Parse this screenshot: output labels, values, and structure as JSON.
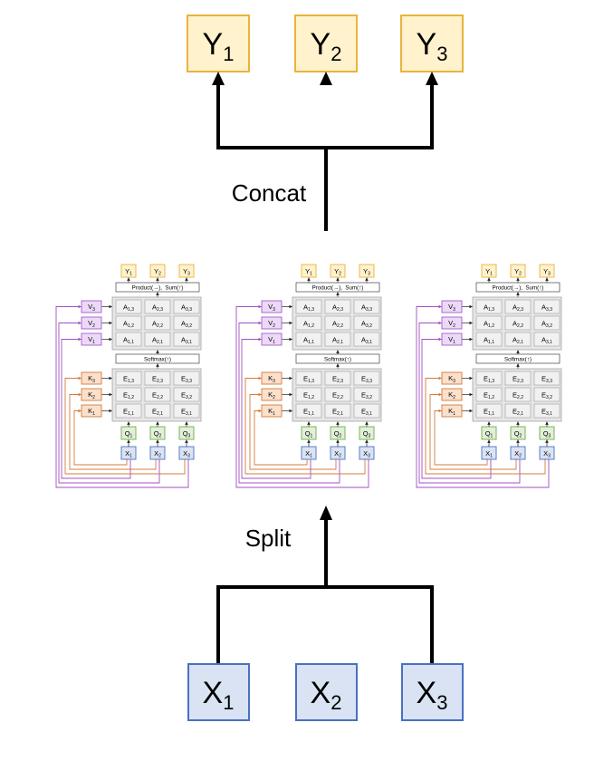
{
  "outputs": [
    [
      "Y",
      "1"
    ],
    [
      "Y",
      "2"
    ],
    [
      "Y",
      "3"
    ]
  ],
  "concat_label": "Concat",
  "split_label": "Split",
  "inputs": [
    [
      "X",
      "1"
    ],
    [
      "X",
      "2"
    ],
    [
      "X",
      "3"
    ]
  ],
  "heads": [
    {
      "outputs": [
        [
          "Y",
          "1"
        ],
        [
          "Y",
          "2"
        ],
        [
          "Y",
          "3"
        ]
      ],
      "aggregate_label": "Product(→),  Sum(↑)",
      "values": [
        [
          "V",
          "3"
        ],
        [
          "V",
          "2"
        ],
        [
          "V",
          "1"
        ]
      ],
      "attention_rows": [
        [
          [
            "A",
            "1,3"
          ],
          [
            "A",
            "2,3"
          ],
          [
            "A",
            "3,3"
          ]
        ],
        [
          [
            "A",
            "1,2"
          ],
          [
            "A",
            "2,2"
          ],
          [
            "A",
            "3,2"
          ]
        ],
        [
          [
            "A",
            "1,1"
          ],
          [
            "A",
            "2,1"
          ],
          [
            "A",
            "3,1"
          ]
        ]
      ],
      "softmax_label": "Softmax(↑)",
      "keys": [
        [
          "K",
          "3"
        ],
        [
          "K",
          "2"
        ],
        [
          "K",
          "1"
        ]
      ],
      "score_rows": [
        [
          [
            "E",
            "1,3"
          ],
          [
            "E",
            "2,3"
          ],
          [
            "E",
            "3,3"
          ]
        ],
        [
          [
            "E",
            "1,2"
          ],
          [
            "E",
            "2,2"
          ],
          [
            "E",
            "3,2"
          ]
        ],
        [
          [
            "E",
            "1,1"
          ],
          [
            "E",
            "2,1"
          ],
          [
            "E",
            "3,1"
          ]
        ]
      ],
      "queries": [
        [
          "Q",
          "1"
        ],
        [
          "Q",
          "2"
        ],
        [
          "Q",
          "3"
        ]
      ],
      "inputs": [
        [
          "X",
          "1"
        ],
        [
          "X",
          "2"
        ],
        [
          "X",
          "3"
        ]
      ]
    },
    {
      "outputs": [
        [
          "Y",
          "1"
        ],
        [
          "Y",
          "2"
        ],
        [
          "Y",
          "3"
        ]
      ],
      "aggregate_label": "Product(→),  Sum(↑)",
      "values": [
        [
          "V",
          "3"
        ],
        [
          "V",
          "2"
        ],
        [
          "V",
          "1"
        ]
      ],
      "attention_rows": [
        [
          [
            "A",
            "1,3"
          ],
          [
            "A",
            "2,3"
          ],
          [
            "A",
            "3,3"
          ]
        ],
        [
          [
            "A",
            "1,2"
          ],
          [
            "A",
            "2,2"
          ],
          [
            "A",
            "3,2"
          ]
        ],
        [
          [
            "A",
            "1,1"
          ],
          [
            "A",
            "2,1"
          ],
          [
            "A",
            "3,1"
          ]
        ]
      ],
      "softmax_label": "Softmax(↑)",
      "keys": [
        [
          "K",
          "3"
        ],
        [
          "K",
          "2"
        ],
        [
          "K",
          "1"
        ]
      ],
      "score_rows": [
        [
          [
            "E",
            "1,3"
          ],
          [
            "E",
            "2,3"
          ],
          [
            "E",
            "3,3"
          ]
        ],
        [
          [
            "E",
            "1,2"
          ],
          [
            "E",
            "2,2"
          ],
          [
            "E",
            "3,2"
          ]
        ],
        [
          [
            "E",
            "1,1"
          ],
          [
            "E",
            "2,1"
          ],
          [
            "E",
            "3,1"
          ]
        ]
      ],
      "queries": [
        [
          "Q",
          "1"
        ],
        [
          "Q",
          "2"
        ],
        [
          "Q",
          "3"
        ]
      ],
      "inputs": [
        [
          "X",
          "1"
        ],
        [
          "X",
          "2"
        ],
        [
          "X",
          "3"
        ]
      ]
    },
    {
      "outputs": [
        [
          "Y",
          "1"
        ],
        [
          "Y",
          "2"
        ],
        [
          "Y",
          "3"
        ]
      ],
      "aggregate_label": "Product(→),  Sum(↑)",
      "values": [
        [
          "V",
          "3"
        ],
        [
          "V",
          "2"
        ],
        [
          "V",
          "1"
        ]
      ],
      "attention_rows": [
        [
          [
            "A",
            "1,3"
          ],
          [
            "A",
            "2,3"
          ],
          [
            "A",
            "3,3"
          ]
        ],
        [
          [
            "A",
            "1,2"
          ],
          [
            "A",
            "2,2"
          ],
          [
            "A",
            "3,2"
          ]
        ],
        [
          [
            "A",
            "1,1"
          ],
          [
            "A",
            "2,1"
          ],
          [
            "A",
            "3,1"
          ]
        ]
      ],
      "softmax_label": "Softmax(↑)",
      "keys": [
        [
          "K",
          "3"
        ],
        [
          "K",
          "2"
        ],
        [
          "K",
          "1"
        ]
      ],
      "score_rows": [
        [
          [
            "E",
            "1,3"
          ],
          [
            "E",
            "2,3"
          ],
          [
            "E",
            "3,3"
          ]
        ],
        [
          [
            "E",
            "1,2"
          ],
          [
            "E",
            "2,2"
          ],
          [
            "E",
            "3,2"
          ]
        ],
        [
          [
            "E",
            "1,1"
          ],
          [
            "E",
            "2,1"
          ],
          [
            "E",
            "3,1"
          ]
        ]
      ],
      "queries": [
        [
          "Q",
          "1"
        ],
        [
          "Q",
          "2"
        ],
        [
          "Q",
          "3"
        ]
      ],
      "inputs": [
        [
          "X",
          "1"
        ],
        [
          "X",
          "2"
        ],
        [
          "X",
          "3"
        ]
      ]
    }
  ],
  "colors": {
    "output_fill": "#fff2cc",
    "output_border": "#e9b33e",
    "input_fill": "#dae3f3",
    "input_border": "#4a70c2",
    "value_fill": "#ecd9f7",
    "value_border": "#a45cc8",
    "key_fill": "#fbe0cc",
    "key_border": "#d47b3b",
    "query_fill": "#e2efd9",
    "query_border": "#70ad47",
    "grid_fill": "#e6e6e6",
    "grid_border": "#a6a6a6",
    "cell_fill": "#f1f1f1",
    "cell_border": "#a0a0a0",
    "key_wire": "#d47b3b",
    "value_wire": "#a24fc2",
    "connector": "#000000"
  }
}
